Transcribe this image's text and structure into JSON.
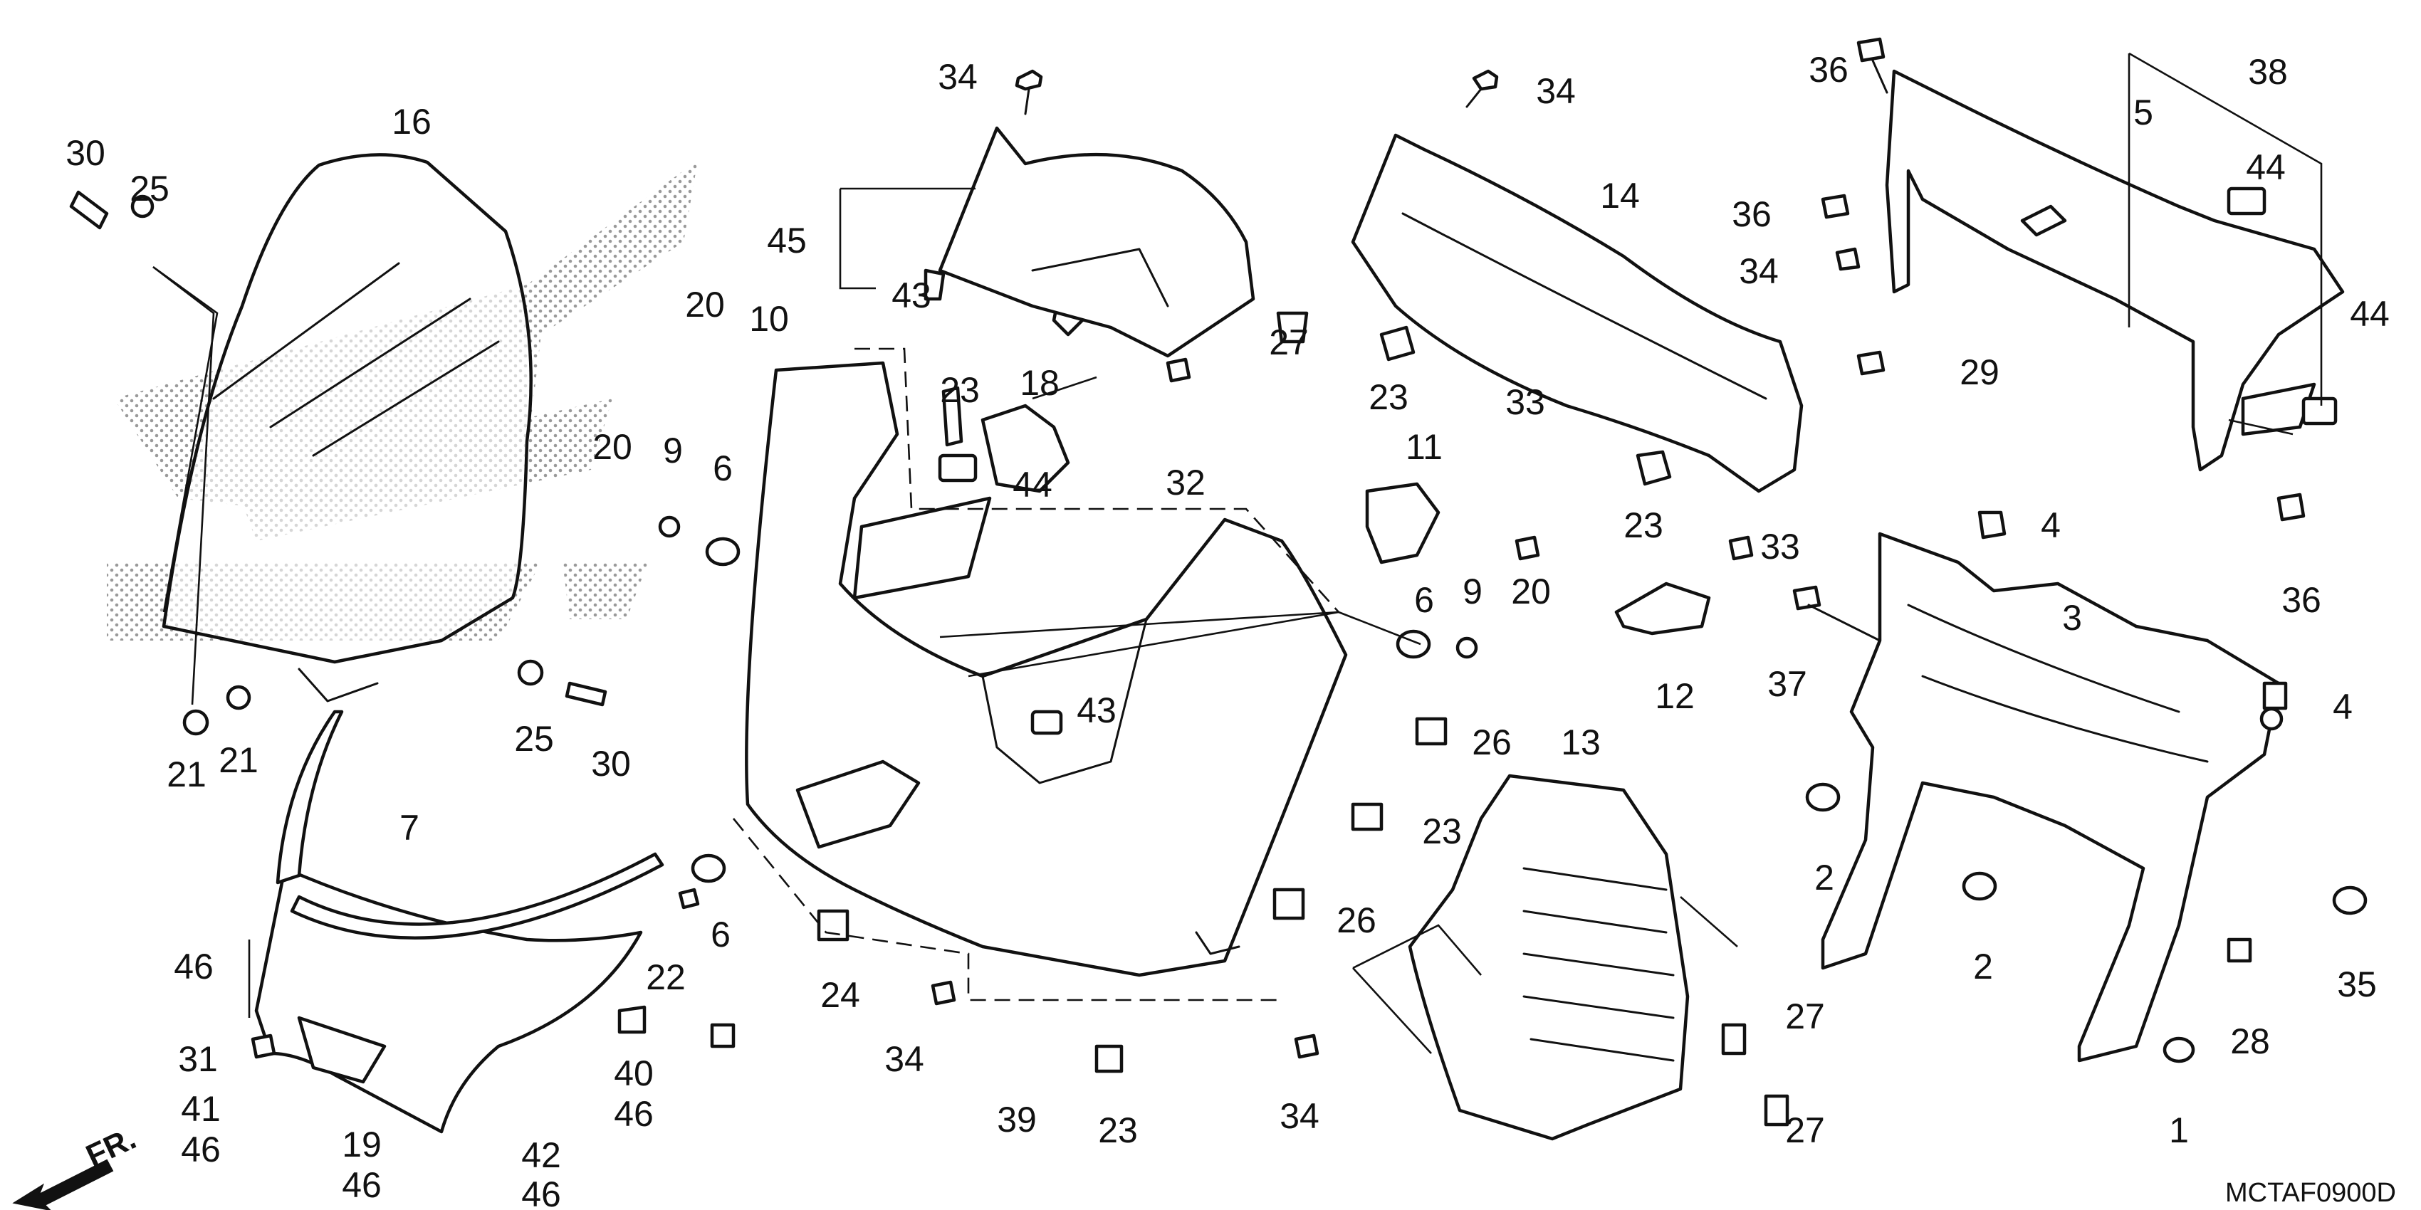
{
  "diagram_code": "MCTAF0900D",
  "direction_label": "FR.",
  "logo": "wing-emblem-halftone",
  "callouts": [
    "30",
    "25",
    "16",
    "21",
    "21",
    "25",
    "30",
    "7",
    "46",
    "31",
    "41",
    "46",
    "19",
    "46",
    "42",
    "46",
    "40",
    "46",
    "20",
    "10",
    "20",
    "9",
    "6",
    "6",
    "9",
    "20",
    "22",
    "6",
    "24",
    "34",
    "39",
    "34",
    "45",
    "43",
    "23",
    "18",
    "32",
    "27",
    "44",
    "43",
    "34",
    "14",
    "36",
    "34",
    "23",
    "11",
    "33",
    "23",
    "33",
    "12",
    "37",
    "29",
    "36",
    "38",
    "5",
    "44",
    "44",
    "36",
    "4",
    "3",
    "4",
    "26",
    "23",
    "26",
    "13",
    "27",
    "27",
    "34",
    "23",
    "2",
    "2",
    "35",
    "28",
    "1"
  ]
}
